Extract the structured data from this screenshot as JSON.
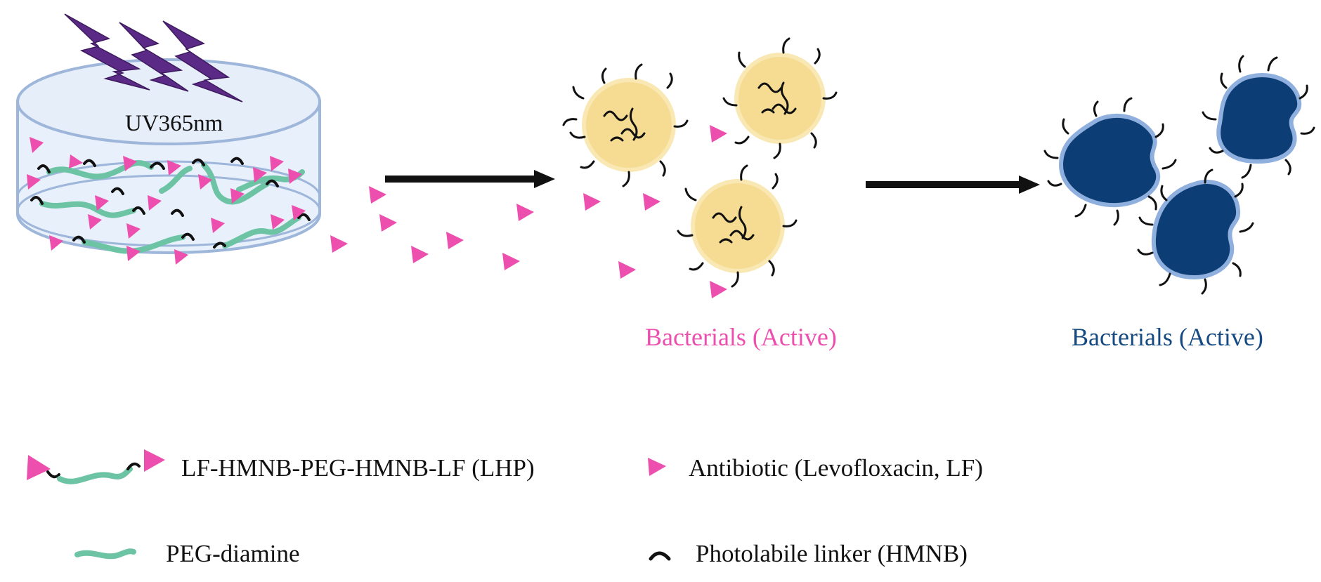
{
  "dish_label": "UV365nm",
  "captions": {
    "middle": "Bacterials (Active)",
    "right": "Bacterials (Active)"
  },
  "legend": {
    "lhp": "LF-HMNB-PEG-HMNB-LF (LHP)",
    "antibiotic": "Antibiotic (Levofloxacin, LF)",
    "peg": "PEG-diamine",
    "linker": "Photolabile linker (HMNB)"
  },
  "colors": {
    "antibiotic": "#ec4fae",
    "peg": "#6cc4a4",
    "linker": "#111111",
    "lightning": "#5b2a86",
    "dish_fill": "#e8f0fb",
    "dish_stroke": "#9eb6da",
    "bacteria_active_fill": "#f6dc92",
    "bacteria_dead_fill": "#0c3d74",
    "caption_middle": "#ec4fae",
    "caption_right": "#154a82",
    "arrow": "#111111"
  },
  "icons": [
    "lightning-bolt-icon",
    "petri-dish-icon",
    "triangle-antibiotic-icon",
    "bacterium-icon",
    "arrow-right-icon"
  ]
}
